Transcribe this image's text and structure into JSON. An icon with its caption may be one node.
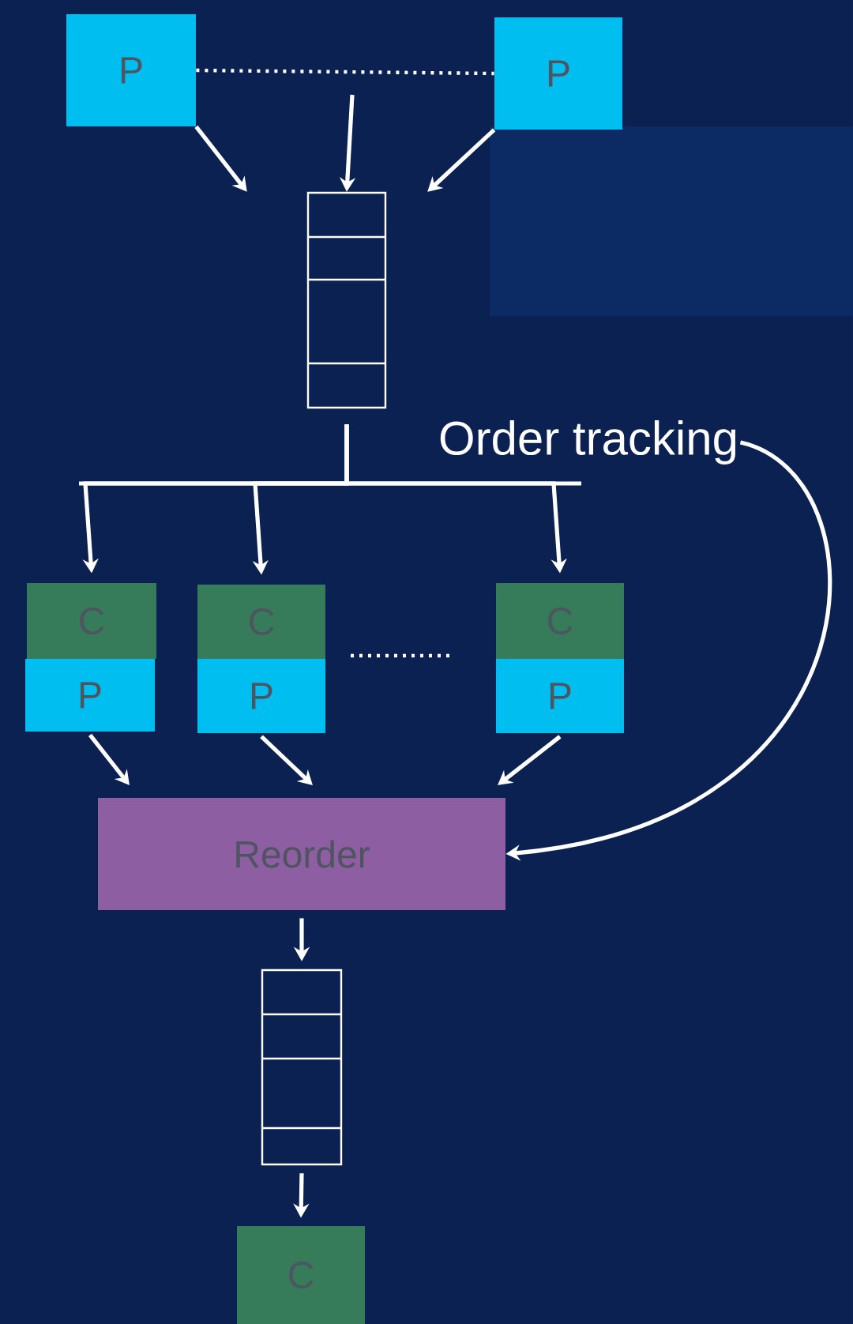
{
  "diagram": {
    "nodes": [
      {
        "text": [
          "P"
        ]
      },
      {
        "text": [
          "P"
        ]
      },
      {
        "text": [],
        "shape": "box"
      },
      {
        "text": [
          "C"
        ]
      },
      {
        "text": [
          "P"
        ]
      },
      {
        "text": [
          "C"
        ]
      },
      {
        "text": [
          "P"
        ]
      },
      {
        "text": [
          "C"
        ]
      },
      {
        "text": [
          "P"
        ]
      },
      {
        "text": [
          "Reorder"
        ]
      },
      {
        "text": [],
        "shape": "box"
      },
      {
        "text": [
          "C"
        ]
      },
      {
        "text": [
          "Order tracking"
        ]
      }
    ],
    "edges": [
      {
        "from": 0,
        "to": 1,
        "arrow": "none",
        "style": "dashed"
      },
      {
        "from": 0,
        "to": 2,
        "arrow": "to"
      },
      {
        "from": null,
        "to": 2,
        "arrow": "to"
      },
      {
        "from": 1,
        "to": 2,
        "arrow": "to"
      },
      {
        "from": 2,
        "to": 3,
        "arrow": "to"
      },
      {
        "from": 2,
        "to": 5,
        "arrow": "to"
      },
      {
        "from": 2,
        "to": 7,
        "arrow": "to"
      },
      {
        "from": 4,
        "to": 9,
        "arrow": "to"
      },
      {
        "from": 6,
        "to": 9,
        "arrow": "to"
      },
      {
        "from": 8,
        "to": 9,
        "arrow": "to"
      },
      {
        "from": 12,
        "to": 9,
        "arrow": "to"
      },
      {
        "from": 9,
        "to": 10,
        "arrow": "to"
      },
      {
        "from": 10,
        "to": 11,
        "arrow": "to"
      }
    ]
  }
}
